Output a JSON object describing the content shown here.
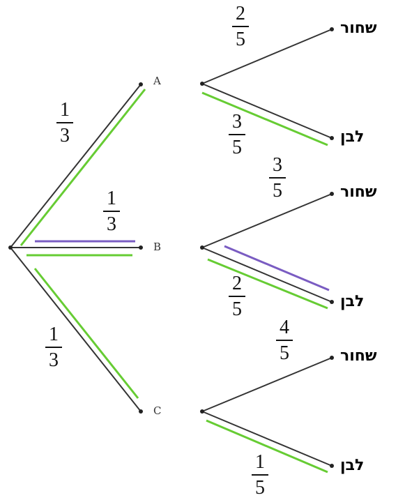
{
  "nodes": {
    "a": "A",
    "b": "B",
    "c": "C"
  },
  "level1": {
    "a": {
      "num": "1",
      "den": "3"
    },
    "b": {
      "num": "1",
      "den": "3"
    },
    "c": {
      "num": "1",
      "den": "3"
    }
  },
  "level2": {
    "a_black": {
      "num": "2",
      "den": "5"
    },
    "a_white": {
      "num": "3",
      "den": "5"
    },
    "b_black": {
      "num": "3",
      "den": "5"
    },
    "b_white": {
      "num": "2",
      "den": "5"
    },
    "c_black": {
      "num": "4",
      "den": "5"
    },
    "c_white": {
      "num": "1",
      "den": "5"
    }
  },
  "leaves": {
    "black": "שחור",
    "white": "לבן"
  },
  "colors": {
    "branch": "#333333",
    "highlight_green": "#66cc33",
    "highlight_purple": "#7a5cc2"
  }
}
